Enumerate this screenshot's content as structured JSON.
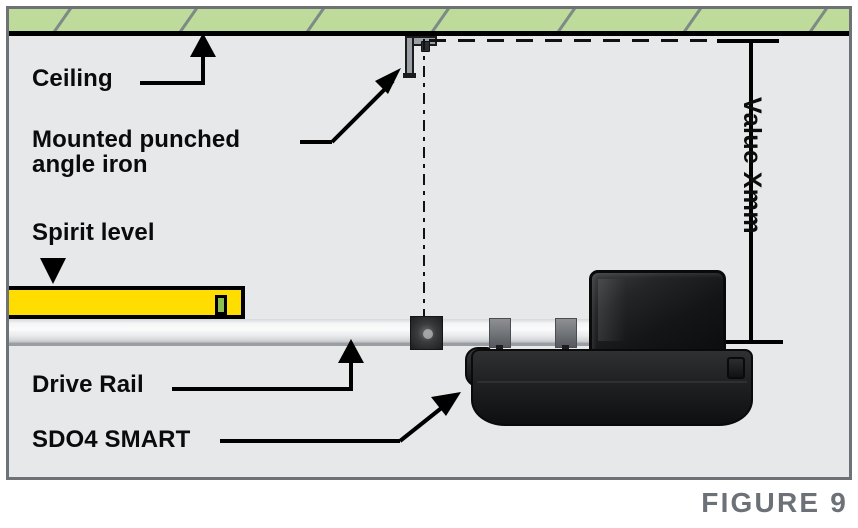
{
  "figure": {
    "caption": "FIGURE 9"
  },
  "diagram": {
    "title": "SDO4 SMART garage door opener mounting diagram",
    "colors": {
      "ceiling": "#bedb9b",
      "panel_background": "#e6e8ea",
      "panel_border": "#6e7176",
      "spirit_level": "#ffdd00",
      "spirit_level_vial": "#8cc152",
      "bracket": "#9aa0a6",
      "motor": "#1a1b1d",
      "caption": "#6c7077",
      "label_text": "#0b0b0b"
    },
    "labels": [
      {
        "id": "ceiling",
        "text": "Ceiling"
      },
      {
        "id": "angle-iron",
        "text": "Mounted punched\nangle iron"
      },
      {
        "id": "spirit-level",
        "text": "Spirit level"
      },
      {
        "id": "drive-rail",
        "text": "Drive Rail"
      },
      {
        "id": "sdo4-smart",
        "text": "SDO4 SMART"
      }
    ],
    "dimension": {
      "label": "Value Xmm",
      "orientation": "vertical",
      "measures": "ceiling to top of SDO4 SMART motor body"
    },
    "parts": {
      "ceiling": "Ceiling",
      "angle_iron": "Mounted punched angle iron",
      "spirit_level": "Spirit level",
      "drive_rail": "Drive Rail",
      "opener": "SDO4 SMART"
    }
  }
}
